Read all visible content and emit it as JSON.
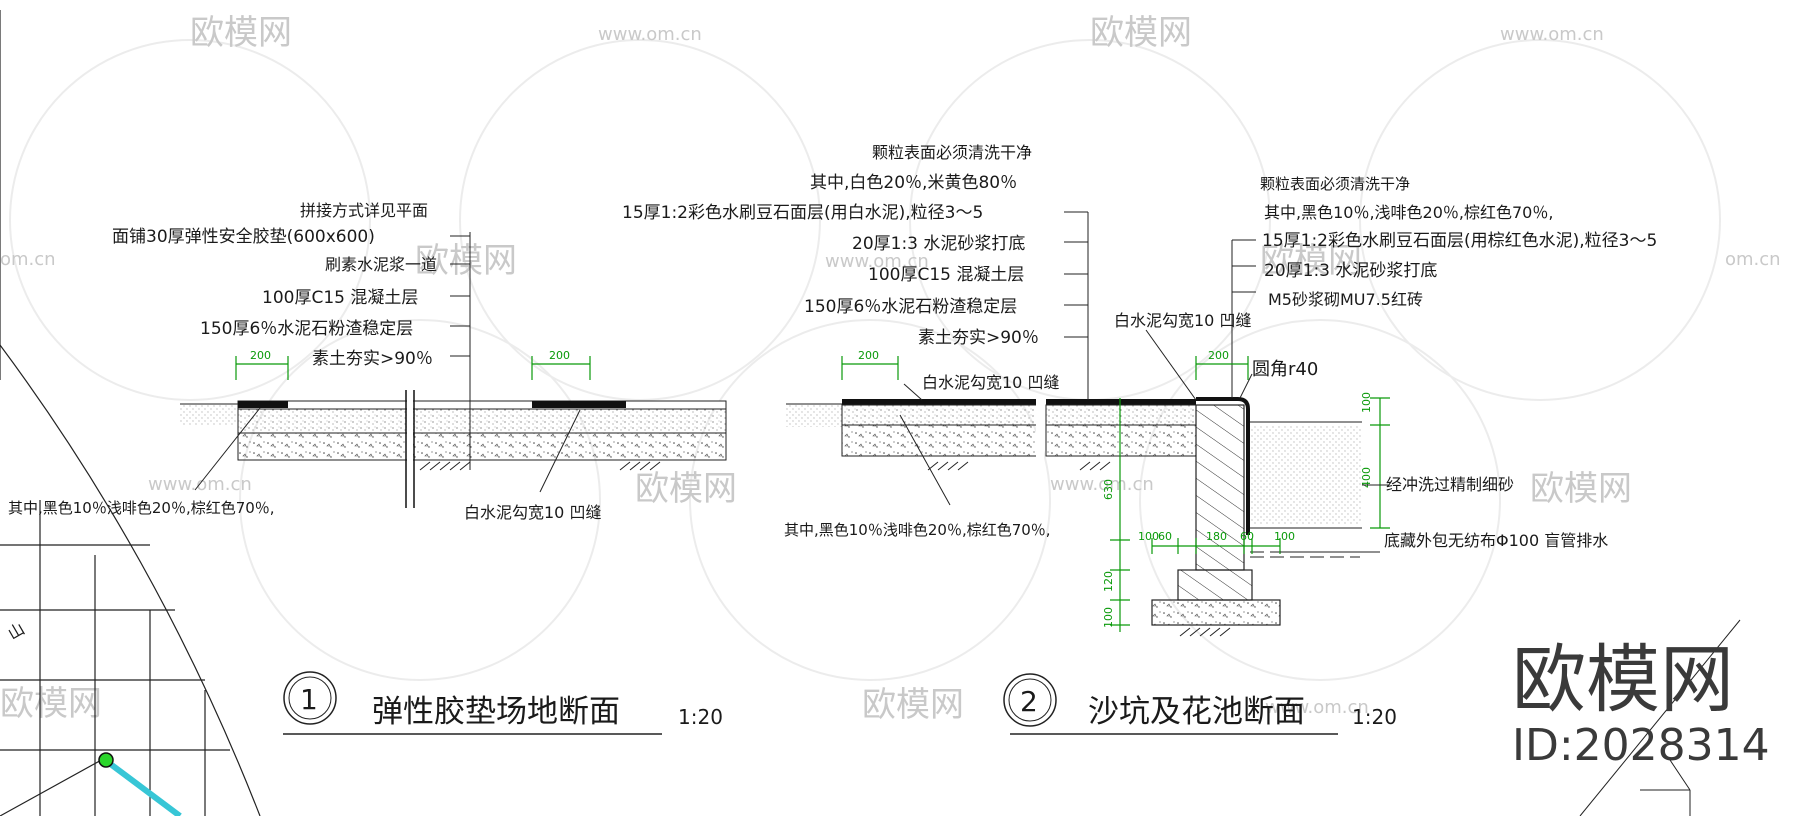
{
  "watermark": {
    "logo_text": "欧模网",
    "site_text": "www.om.cn",
    "short_text": "om.cn"
  },
  "detail1": {
    "number": "1",
    "title": "弹性胶垫场地断面",
    "scale": "1:20",
    "labels": [
      "拼接方式详见平面",
      "面铺30厚弹性安全胶垫(600x600)",
      "刷素水泥浆一道",
      "100厚C15 混凝土层",
      "150厚6％水泥石粉渣稳定层",
      "素土夯实>90％"
    ],
    "dim_left": "200",
    "dim_right": "200",
    "note_bottom_left": "其中,黑色10％浅啡色20％,棕红色70％,",
    "note_joint": "白水泥勾宽10 凹缝"
  },
  "detail2": {
    "number": "2",
    "title": "沙坑及花池断面",
    "scale": "1:20",
    "labels_left": [
      "颗粒表面必须清洗干净",
      "其中,白色20％,米黄色80％",
      "15厚1:2彩色水刷豆石面层(用白水泥),粒径3～5",
      "20厚1:3 水泥砂浆打底",
      "100厚C15 混凝土层",
      "150厚6％水泥石粉渣稳定层",
      "素土夯实>90％"
    ],
    "labels_right": [
      "颗粒表面必须清洗干净",
      "其中,黑色10％,浅啡色20％,棕红色70％,",
      "15厚1:2彩色水刷豆石面层(用棕红色水泥),粒径3～5",
      "20厚1:3 水泥砂浆打底",
      "M5砂浆砌MU7.5红砖"
    ],
    "joint_note_1": "白水泥勾宽10 凹缝",
    "joint_note_2": "白水泥勾宽10 凹缝",
    "dim_slab_left": "200",
    "dim_slab_right": "200",
    "round_corner": "圆角r40",
    "sand_note": "经冲洗过精制细砂",
    "drain_note": "底藏外包无纺布Φ100 盲管排水",
    "note_bottom": "其中,黑色10％浅啡色20％,棕红色70％,",
    "dims": {
      "h100": "100",
      "h400": "400",
      "h630": "630",
      "h120": "120",
      "h100b": "100",
      "w100a": "100",
      "w60a": "60",
      "w180": "180",
      "w60b": "60",
      "w100b": "100"
    }
  },
  "plan_fragment": {
    "symbol": "山"
  },
  "brand": {
    "name": "欧模网",
    "id": "ID:2028314"
  },
  "colors": {
    "line": "#1a1a1a",
    "dimension": "#0a9a0a",
    "watermark": "#c9c9c9",
    "pipe": "#37c6d6"
  }
}
